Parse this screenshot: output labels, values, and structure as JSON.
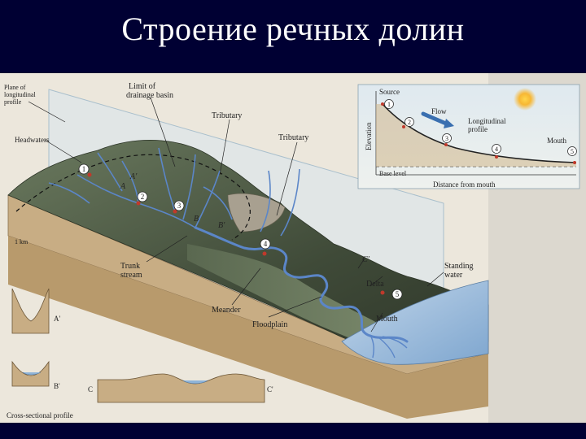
{
  "title": "Строение речных долин",
  "labels": {
    "profile_plane": [
      "Plane of",
      "longitudinal",
      "profile"
    ],
    "limit_drainage": [
      "Limit of",
      "drainage basin"
    ],
    "tributary_1": "Tributary",
    "tributary_2": "Tributary",
    "headwaters": "Headwaters",
    "trunk_stream": [
      "Trunk",
      "stream"
    ],
    "meander": "Meander",
    "floodplain": "Floodplain",
    "delta": "Delta",
    "mouth": "Mouth",
    "standing_water": [
      "Standing",
      "water"
    ],
    "scale": "1 km",
    "a": "A",
    "a_prime": "A'",
    "b": "B",
    "b_prime": "B'",
    "c": "C",
    "c_prime": "C'",
    "cross_section": "Cross-sectional profile"
  },
  "markers": [
    "1",
    "2",
    "3",
    "4",
    "5"
  ],
  "inset": {
    "source": "Source",
    "flow": "Flow",
    "longitudinal": [
      "Longitudinal",
      "profile"
    ],
    "mouth": "Mouth",
    "elevation": "Elevation",
    "base_level": "Base level",
    "distance": "Distance from mouth"
  },
  "colors": {
    "background": "#000033",
    "sky": "#c9dbe6",
    "terrain": "#4e5a45",
    "soil": "#c8ad84",
    "water": "#8fb4d8",
    "river": "#5b86c8",
    "marker": "#c0392b"
  }
}
